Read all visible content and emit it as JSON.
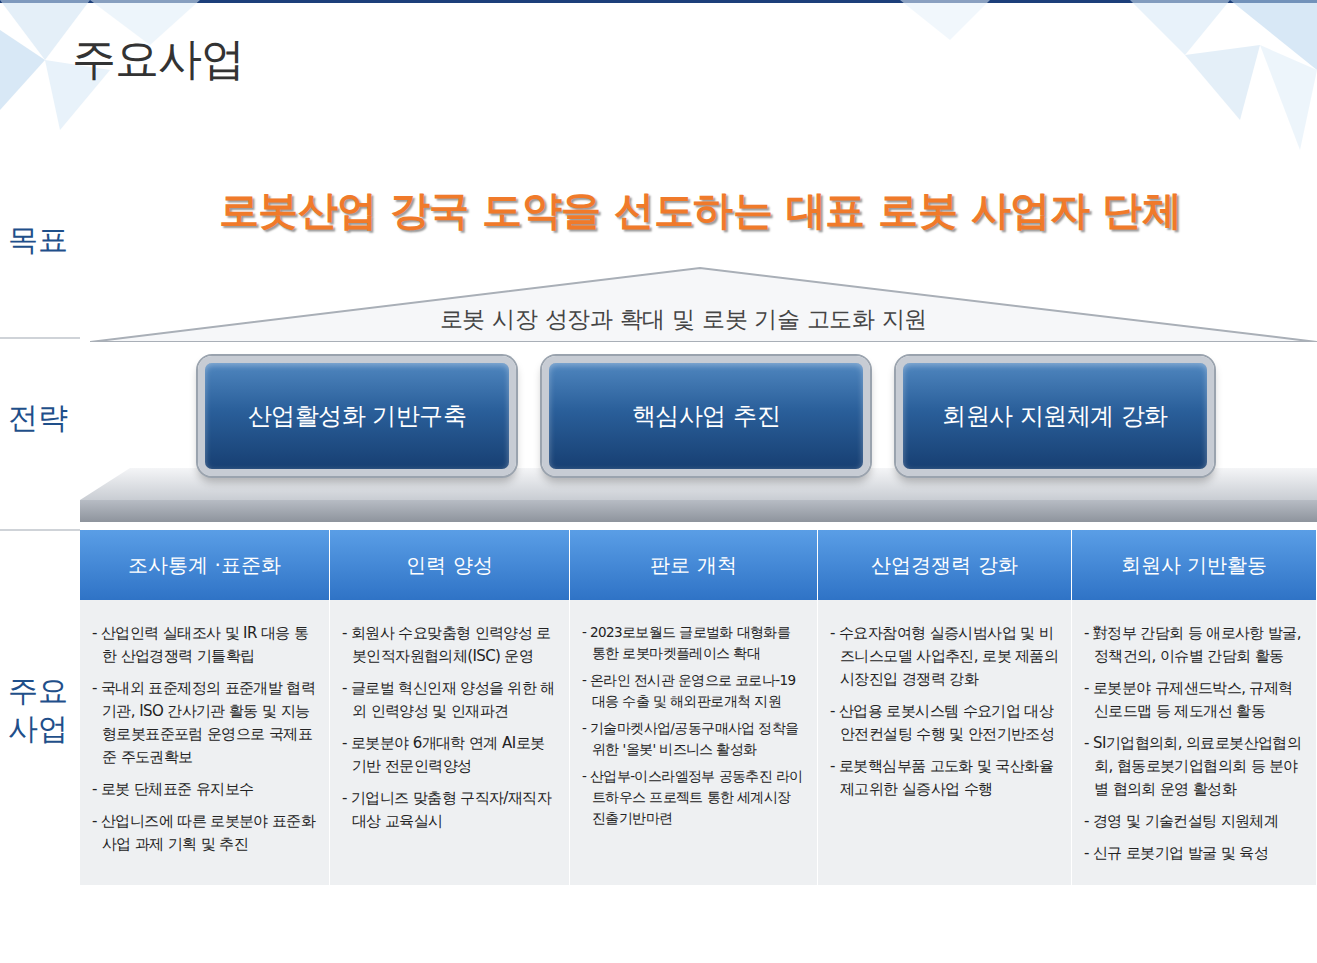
{
  "diagram": {
    "title": "주요사업",
    "nodes": [
      {
        "text": [
          "로봇 시장 성장과 확대 및 로봇 기술 고도화 지원"
        ]
      },
      {
        "text": [
          "산업활성화 기반구축"
        ]
      },
      {
        "text": [
          "핵심사업 추진"
        ]
      },
      {
        "text": [
          "회원사 지원체계 강화"
        ]
      },
      {
        "text": [
          "조사통계 ·표준화",
          "- 산업인력 실태조사 및 IR 대응 통한 산업경쟁력 기틀확립",
          "- 국내외 표준제정의 표준개발 협력기관, ISO 간사기관 활동 및 지능형로봇표준포럼 운영으로 국제표준 주도권확보",
          "- 로봇 단체표준 유지보수",
          "- 산업니즈에 따른 로봇분야 표준화 사업 과제 기획 및 추진"
        ]
      },
      {
        "text": [
          "인력 양성",
          "- 회원사 수요맞춤형 인력양성 로봇인적자원협의체(ISC) 운영",
          "- 글로벌 혁신인재 양성을 위한 해외 인력양성 및 인재파견",
          "- 로봇분야 6개대학 연계 AI로봇 기반 전문인력양성",
          "- 기업니즈 맞춤형 구직자/재직자 대상 교육실시"
        ]
      },
      {
        "text": [
          "판로 개척",
          "- 2023로보월드 글로벌화 대형화를 통한 로봇마켓플레이스 확대",
          "- 온라인 전시관 운영으로 코로나-19 대응 수출 및 해외판로개척 지원",
          "- 기술마켓사업/공동구매사업 정착을 위한 '올봇' 비즈니스 활성화",
          "- 산업부-이스라엘정부 공동추진 라이트하우스 프로젝트 통한 세계시장 진출기반마련"
        ]
      },
      {
        "text": [
          "산업경쟁력 강화",
          "- 수요자참여형 실증시범사업 및 비즈니스모델 사업추진, 로봇 제품의 시장진입 경쟁력 강화",
          "- 산업용 로봇시스템 수요기업 대상 안전컨설팅 수행 및 안전기반조성",
          "- 로봇핵심부품 고도화 및 국산화율 제고위한 실증사업 수행"
        ]
      },
      {
        "text": [
          "회원사 기반활동",
          "- 對정부 간담회 등 애로사항 발굴, 정책건의, 이슈별 간담회 활동",
          "- 로봇분야 규제샌드박스, 규제혁신로드맵 등 제도개선 활동",
          "- SI기업협의회, 의료로봇산업협의회, 협동로봇기업협의회 등 분야별 협의회 운영 활성화",
          "- 경영 및 기술컨설팅 지원체계",
          "- 신규 로봇기업 발굴 및 육성"
        ]
      }
    ],
    "labels": [
      "로봇산업 강국 도약을 선도하는 대표 로봇 사업자 단체",
      "목표",
      "전략",
      "주요 사업"
    ]
  }
}
